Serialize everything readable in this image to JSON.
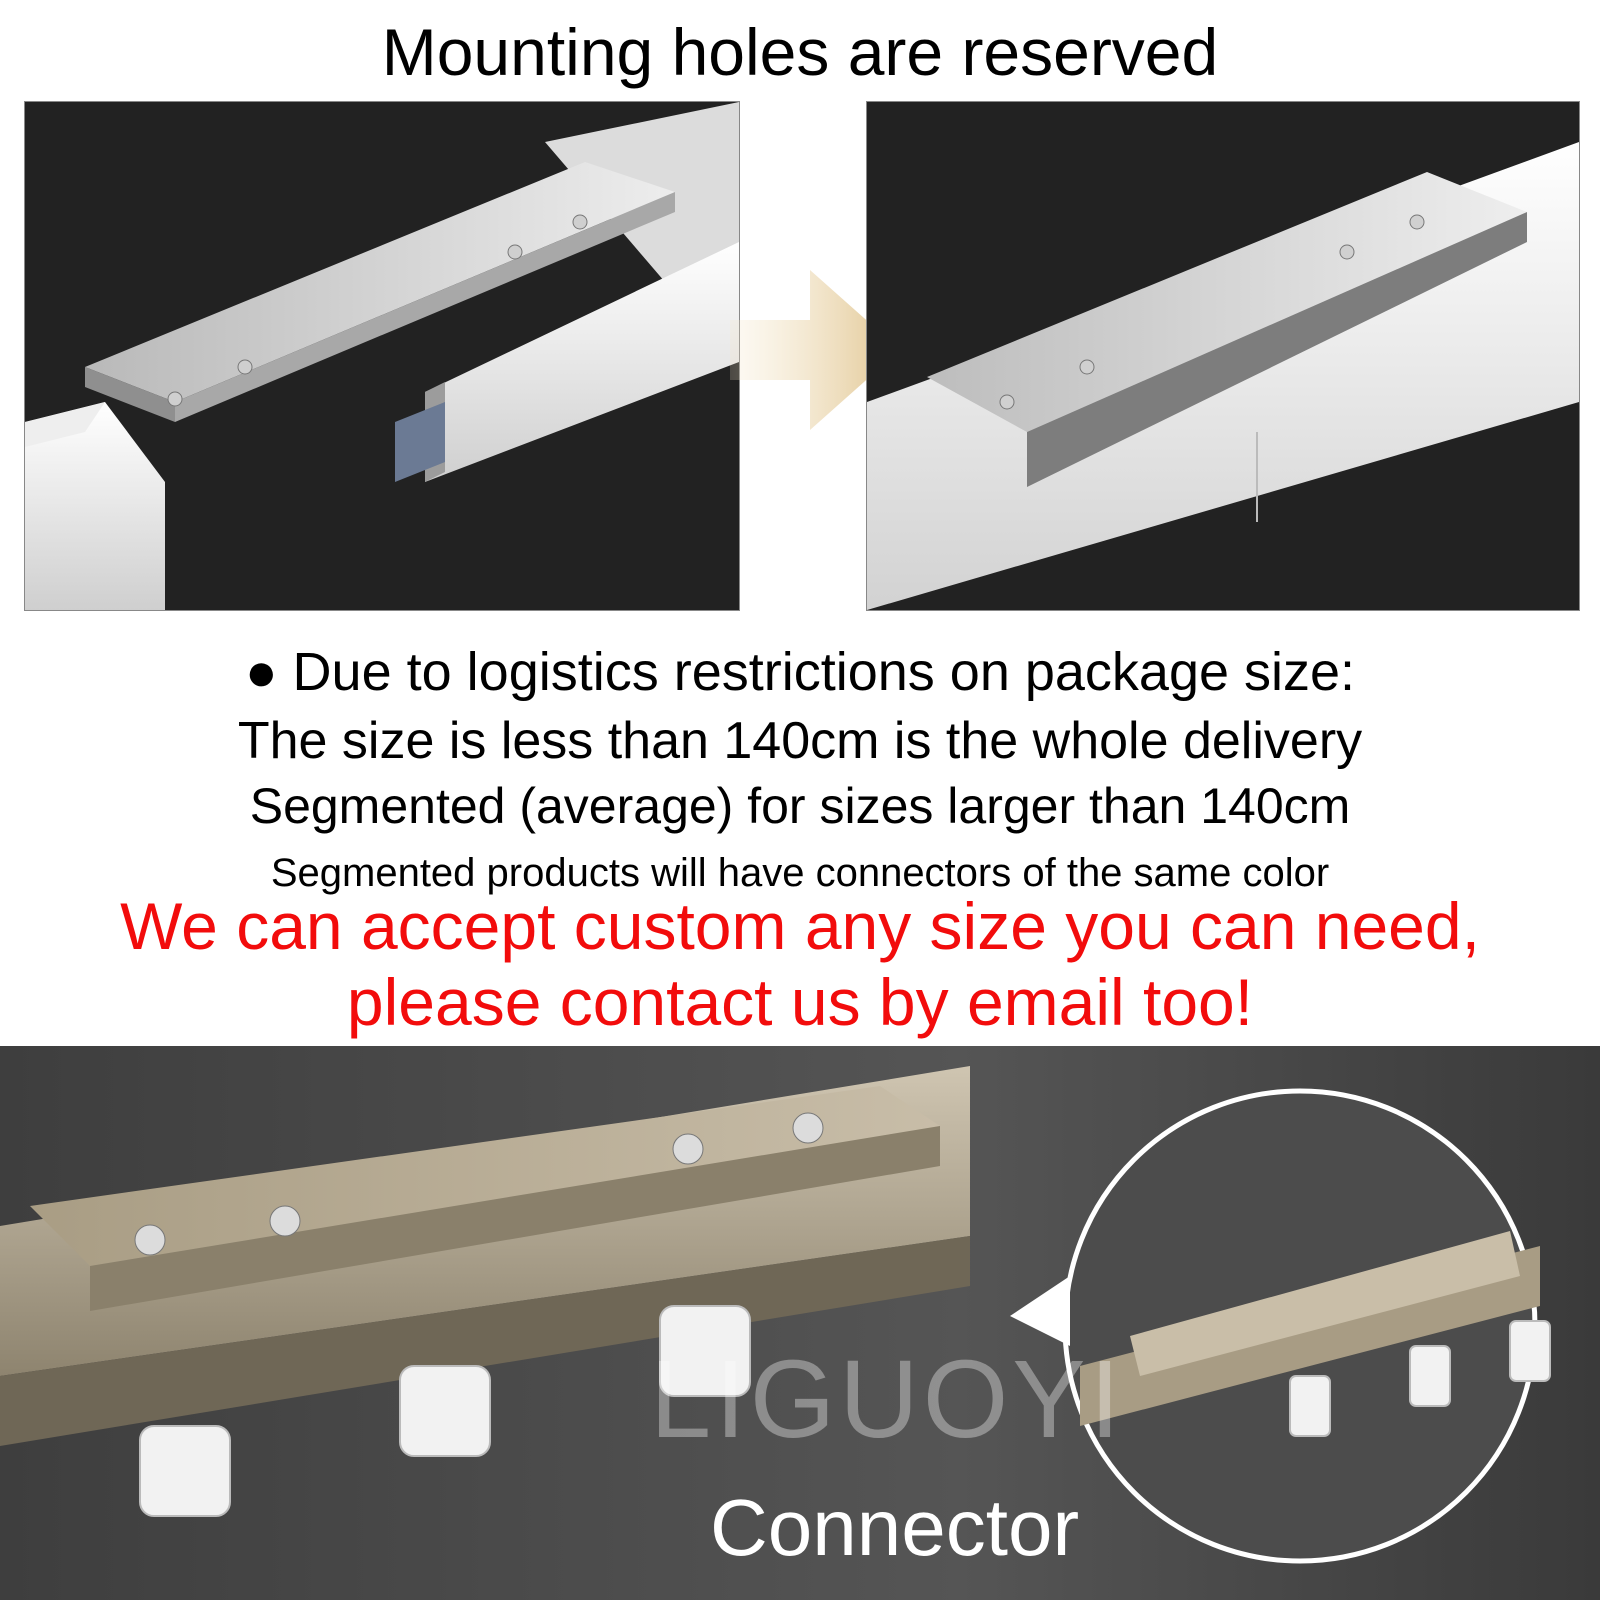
{
  "header": {
    "title": "Mounting holes are reserved"
  },
  "notes": {
    "line1": "● Due to logistics restrictions on package size:",
    "line2": "The size is less than 140cm is the whole delivery",
    "line3": "Segmented (average) for sizes larger than 140cm",
    "line4": "Segmented products will have connectors of the same color"
  },
  "custom": {
    "line1": "We can accept custom any size you can need,",
    "line2": "please contact us by email too!"
  },
  "bottom": {
    "watermark": "LIGUOYI",
    "label": "Connector"
  },
  "colors": {
    "accent_red": "#f20c0c",
    "rail_white": "#f2f2f2",
    "rail_champagne": "#b1a590",
    "arrow": "#e8cf9e"
  }
}
